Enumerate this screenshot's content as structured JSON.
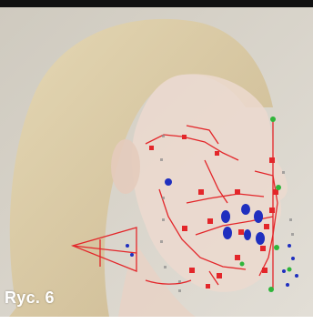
{
  "figure": {
    "caption": "Ryc. 6",
    "colors": {
      "frame": "#111111",
      "background": "#d8d5cd",
      "hair": "#d9c79d",
      "skin": "#ecd9cf",
      "annotation_red": "#e3262a",
      "landmark_blue": "#1f2fbf",
      "landmark_green": "#2fb53a",
      "caption_text": "#ffffff"
    },
    "icons": [
      "face-profile-photo",
      "cephalometric-overlay"
    ]
  }
}
